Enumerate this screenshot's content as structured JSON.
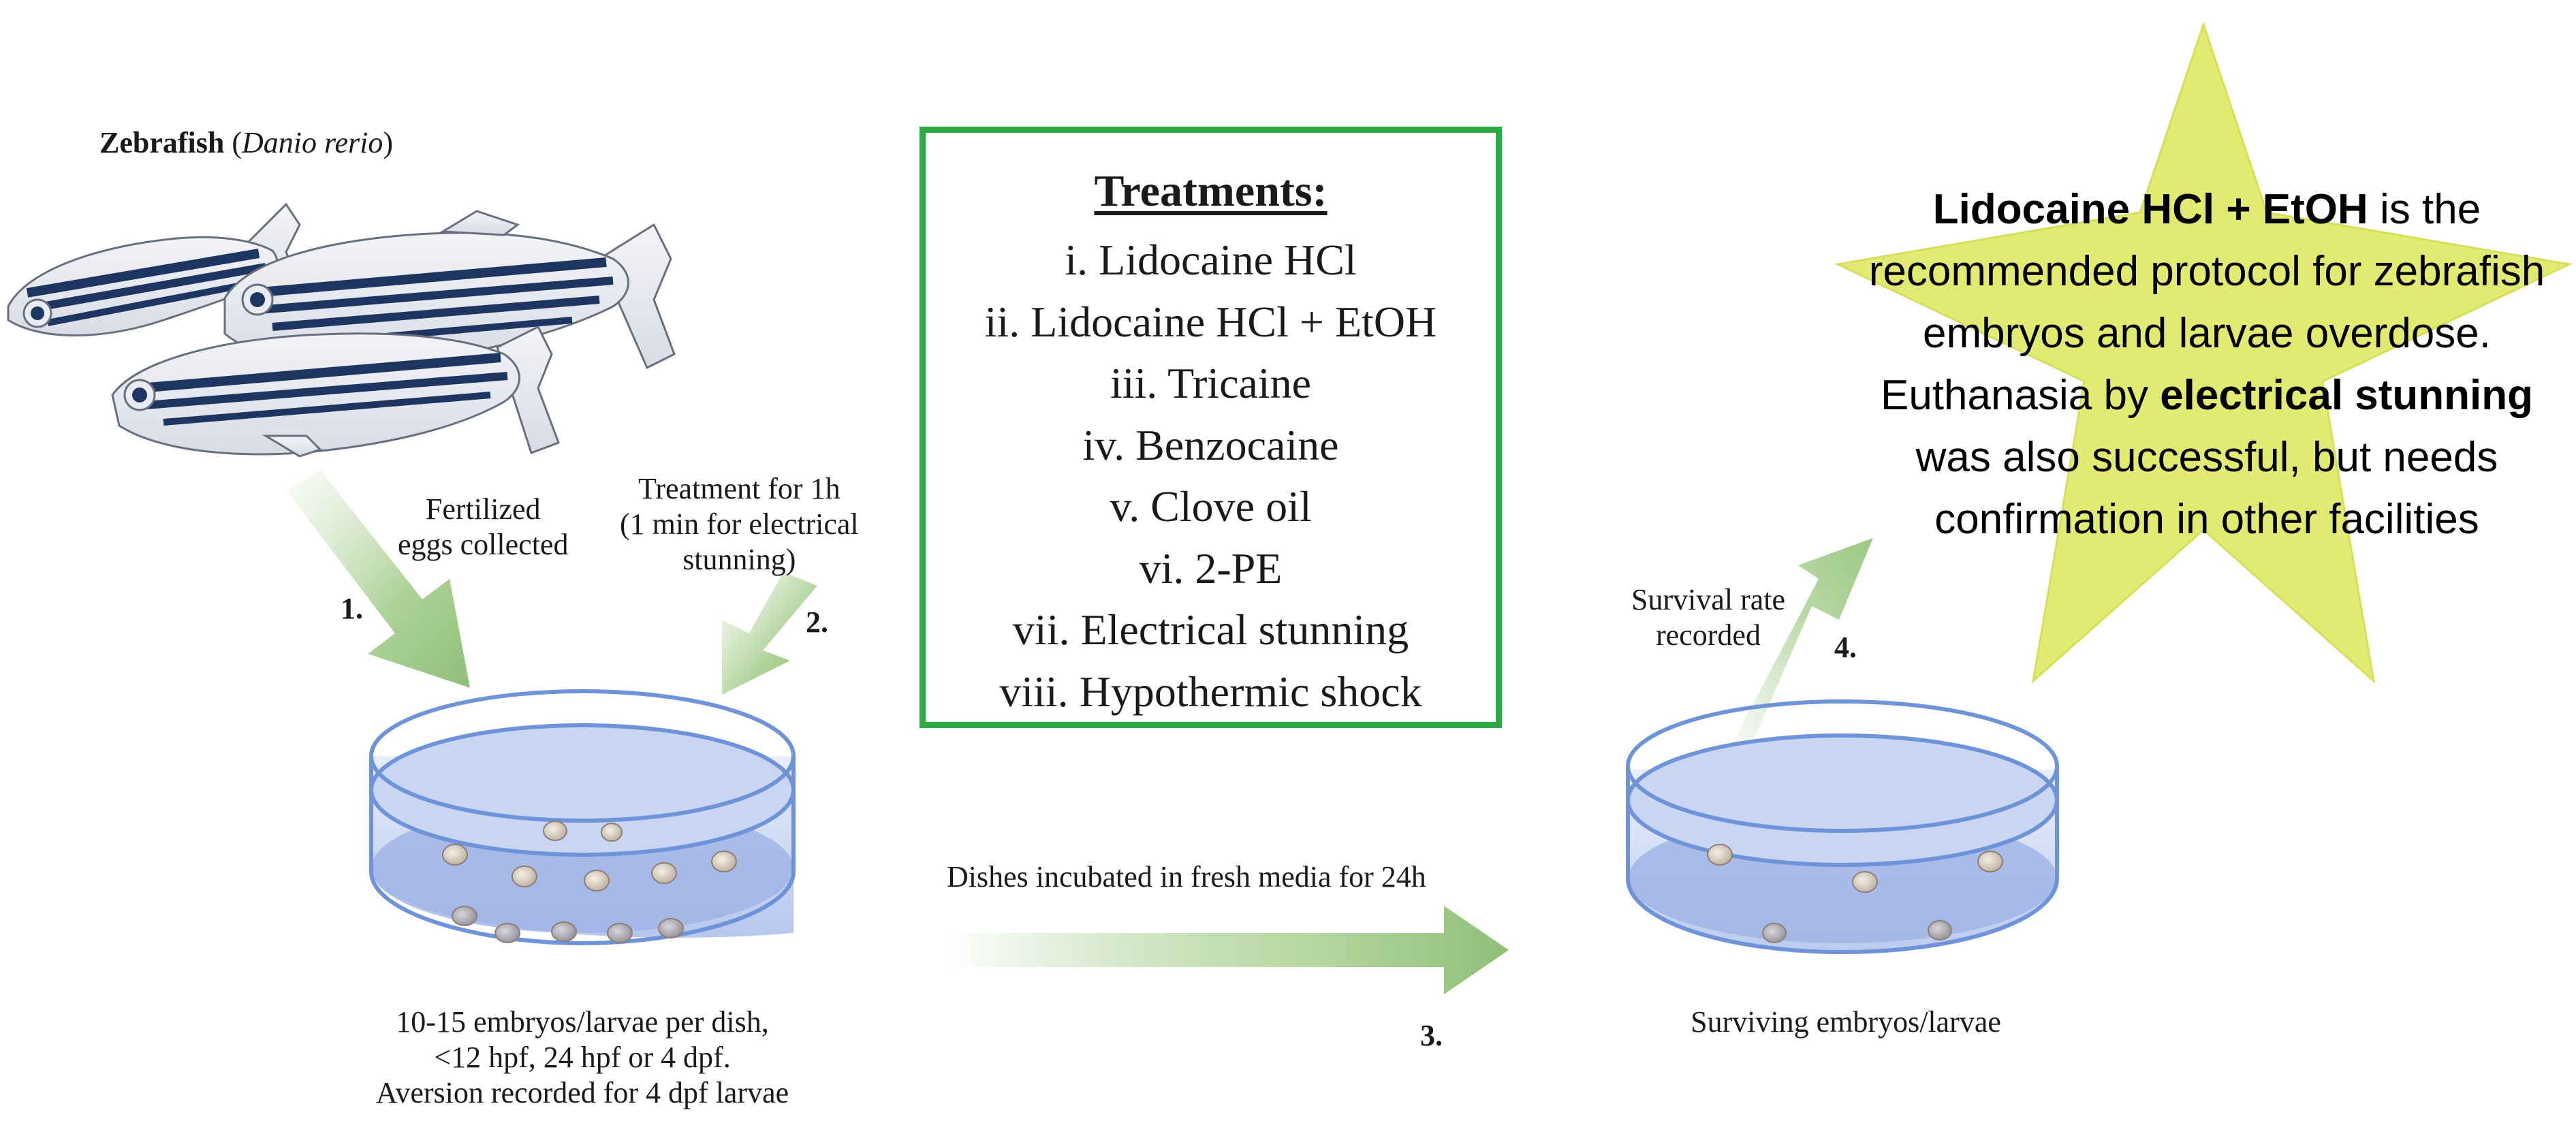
{
  "species": {
    "name": "Zebrafish",
    "latin": "Danio rerio"
  },
  "steps": [
    {
      "number": "1.",
      "caption": [
        "Fertilized",
        "eggs collected"
      ]
    },
    {
      "number": "2.",
      "caption": [
        "Treatment for 1h",
        "(1 min for electrical",
        "stunning)"
      ]
    },
    {
      "number": "3.",
      "caption": [
        "Dishes incubated in fresh media for 24h"
      ]
    },
    {
      "number": "4.",
      "caption": [
        "Survival rate",
        "recorded"
      ]
    }
  ],
  "dish_captions": {
    "initial": [
      "10-15 embryos/larvae per dish,",
      "<12 hpf, 24 hpf or 4 dpf.",
      "Aversion recorded for 4 dpf larvae"
    ],
    "final": [
      "Surviving embryos/larvae"
    ]
  },
  "treatments": {
    "title": "Treatments:",
    "items": [
      "i. Lidocaine HCl",
      "ii. Lidocaine HCl + EtOH",
      "iii. Tricaine",
      "iv. Benzocaine",
      "v. Clove oil",
      "vi. 2-PE",
      "vii. Electrical stunning",
      "viii. Hypothermic shock"
    ]
  },
  "conclusion": {
    "emphasis_1": "Lidocaine HCl + EtOH",
    "text_1": " is the recommended protocol for zebrafish embryos and larvae overdose. Euthanasia by ",
    "emphasis_2": "electrical stunning",
    "text_2": " was also successful, but needs confirmation in other facilities"
  },
  "colors": {
    "box_border": "#2eaa45",
    "star_fill": "#e2ea72",
    "arrow_green": "#8fbf78",
    "fish_stripe": "#1e3561",
    "dish_rim": "#6f93d8",
    "media": "#b9c9ef"
  }
}
